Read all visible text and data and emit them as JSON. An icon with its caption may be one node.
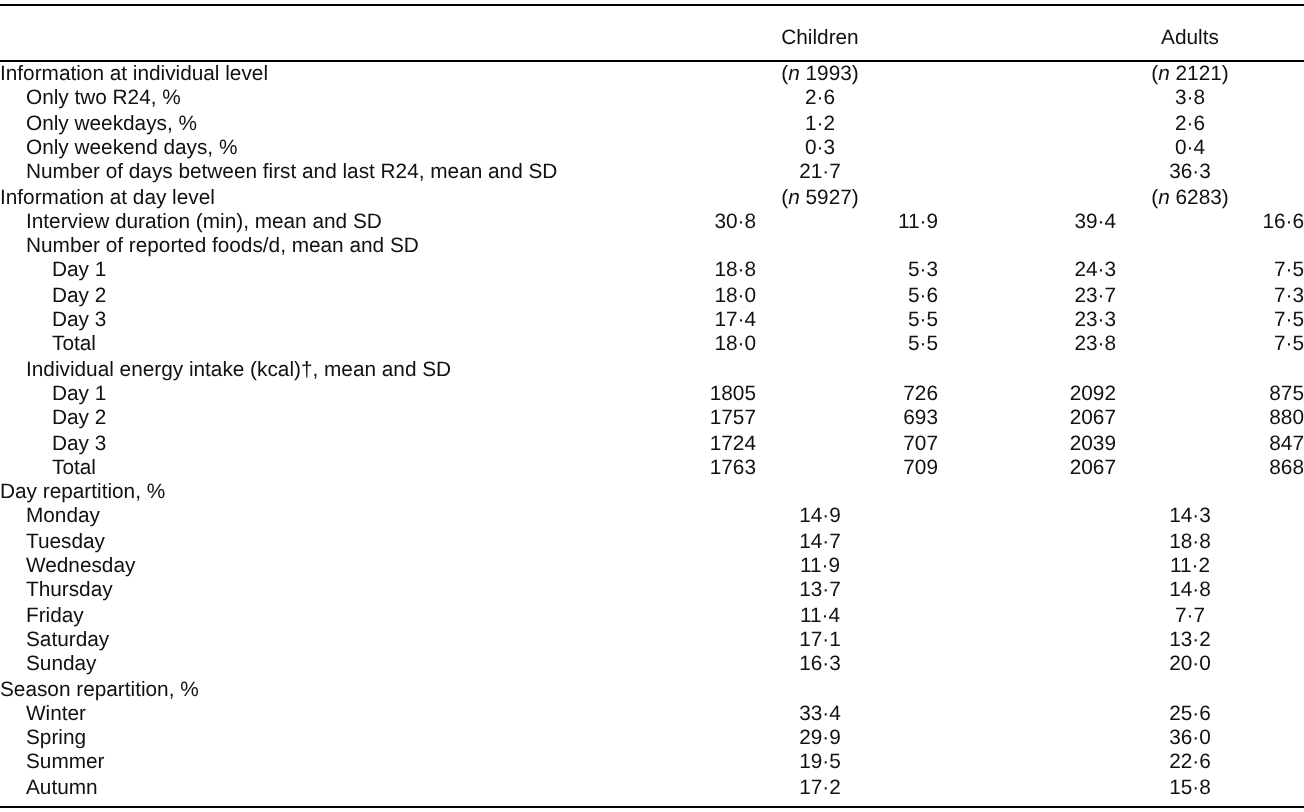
{
  "diagram": {
    "labels": [
      "Children",
      "Adults",
      "Information at individual level",
      "(*n* 1993)",
      "(*n* 2121)",
      "Only two R24, %",
      "2·6",
      "3·8",
      "Only weekdays, %",
      "1·2",
      "2·6",
      "Only weekend days, %",
      "0·3",
      "0·4",
      "Number of days between first and last R24, mean and SD",
      "21·7",
      "36·3",
      "Information at day level",
      "(*n* 5927)",
      "(*n* 6283)",
      "Interview duration (min), mean and SD",
      "30·8",
      "11·9",
      "39·4",
      "16·6",
      "Number of reported foods/d, mean and SD",
      "Day 1",
      "18·8",
      "5·3",
      "24·3",
      "7·5",
      "Day 2",
      "18·0",
      "5·6",
      "23·7",
      "7·3",
      "Day 3",
      "17·4",
      "5·5",
      "23·3",
      "7·5",
      "Total",
      "18·0",
      "5·5",
      "23·8",
      "7·5",
      "Individual energy intake (kcal)†, mean and SD",
      "Day 1",
      "1805",
      "726",
      "2092",
      "875",
      "Day 2",
      "1757",
      "693",
      "2067",
      "880",
      "Day 3",
      "1724",
      "707",
      "2039",
      "847",
      "Total",
      "1763",
      "709",
      "2067",
      "868",
      "Day repartition, %",
      "Monday",
      "14·9",
      "14·3",
      "Tuesday",
      "14·7",
      "18·8",
      "Wednesday",
      "11·9",
      "11·2",
      "Thursday",
      "13·7",
      "14·8",
      "Friday",
      "11·4",
      "7·7",
      "Saturday",
      "17·1",
      "13·2",
      "Sunday",
      "16·3",
      "20·0",
      "Season repartition, %",
      "Winter",
      "33·4",
      "25·6",
      "Spring",
      "29·9",
      "36·0",
      "Summer",
      "19·5",
      "22·6",
      "Autumn",
      "17·2",
      "15·8"
    ]
  }
}
